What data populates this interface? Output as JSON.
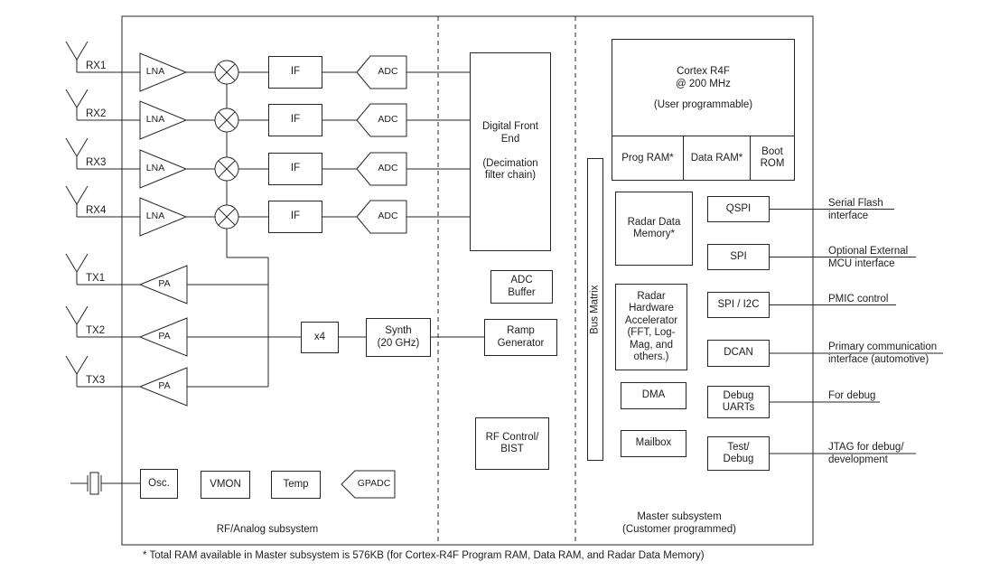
{
  "rx": [
    {
      "label": "RX1"
    },
    {
      "label": "RX2"
    },
    {
      "label": "RX3"
    },
    {
      "label": "RX4"
    }
  ],
  "tx": [
    {
      "label": "TX1"
    },
    {
      "label": "TX2"
    },
    {
      "label": "TX3"
    }
  ],
  "blocks": {
    "lna": "LNA",
    "pa": "PA",
    "if": "IF",
    "adc": "ADC",
    "x4": "x4",
    "synth": "Synth\n(20 GHz)",
    "osc": "Osc.",
    "vmon": "VMON",
    "temp": "Temp",
    "gpadc": "GPADC",
    "dfe": "Digital Front\nEnd\n\n(Decimation\nfilter chain)",
    "adc_buffer": "ADC\nBuffer",
    "ramp_generator": "Ramp\nGenerator",
    "rf_control_bist": "RF Control/\nBIST",
    "bus_matrix": "Bus Matrix",
    "cortex_title": "Cortex R4F\n@ 200 MHz",
    "cortex_sub": "(User programmable)",
    "prog_ram": "Prog RAM*",
    "data_ram": "Data RAM*",
    "boot_rom": "Boot\nROM",
    "radar_data_memory": "Radar Data\nMemory*",
    "qspi": "QSPI",
    "spi": "SPI",
    "radar_hwa": "Radar\nHardware\nAccelerator\n(FFT, Log-\nMag, and\nothers.)",
    "spi_i2c": "SPI / I2C",
    "dcan": "DCAN",
    "dma": "DMA",
    "debug_uarts": "Debug\nUARTs",
    "mailbox": "Mailbox",
    "test_debug": "Test/\nDebug"
  },
  "annotations": [
    {
      "text": "Serial Flash\ninterface"
    },
    {
      "text": "Optional External\nMCU interface"
    },
    {
      "text": "PMIC control"
    },
    {
      "text": "Primary communication\ninterface (automotive)"
    },
    {
      "text": "For debug"
    },
    {
      "text": "JTAG for debug/\ndevelopment"
    }
  ],
  "sections": {
    "rf_label": "RF/Analog subsystem",
    "master_label": "Master subsystem\n(Customer programmed)"
  },
  "footnote": "* Total RAM available in Master subsystem is 576KB (for Cortex-R4F Program RAM, Data RAM, and Radar Data Memory)"
}
